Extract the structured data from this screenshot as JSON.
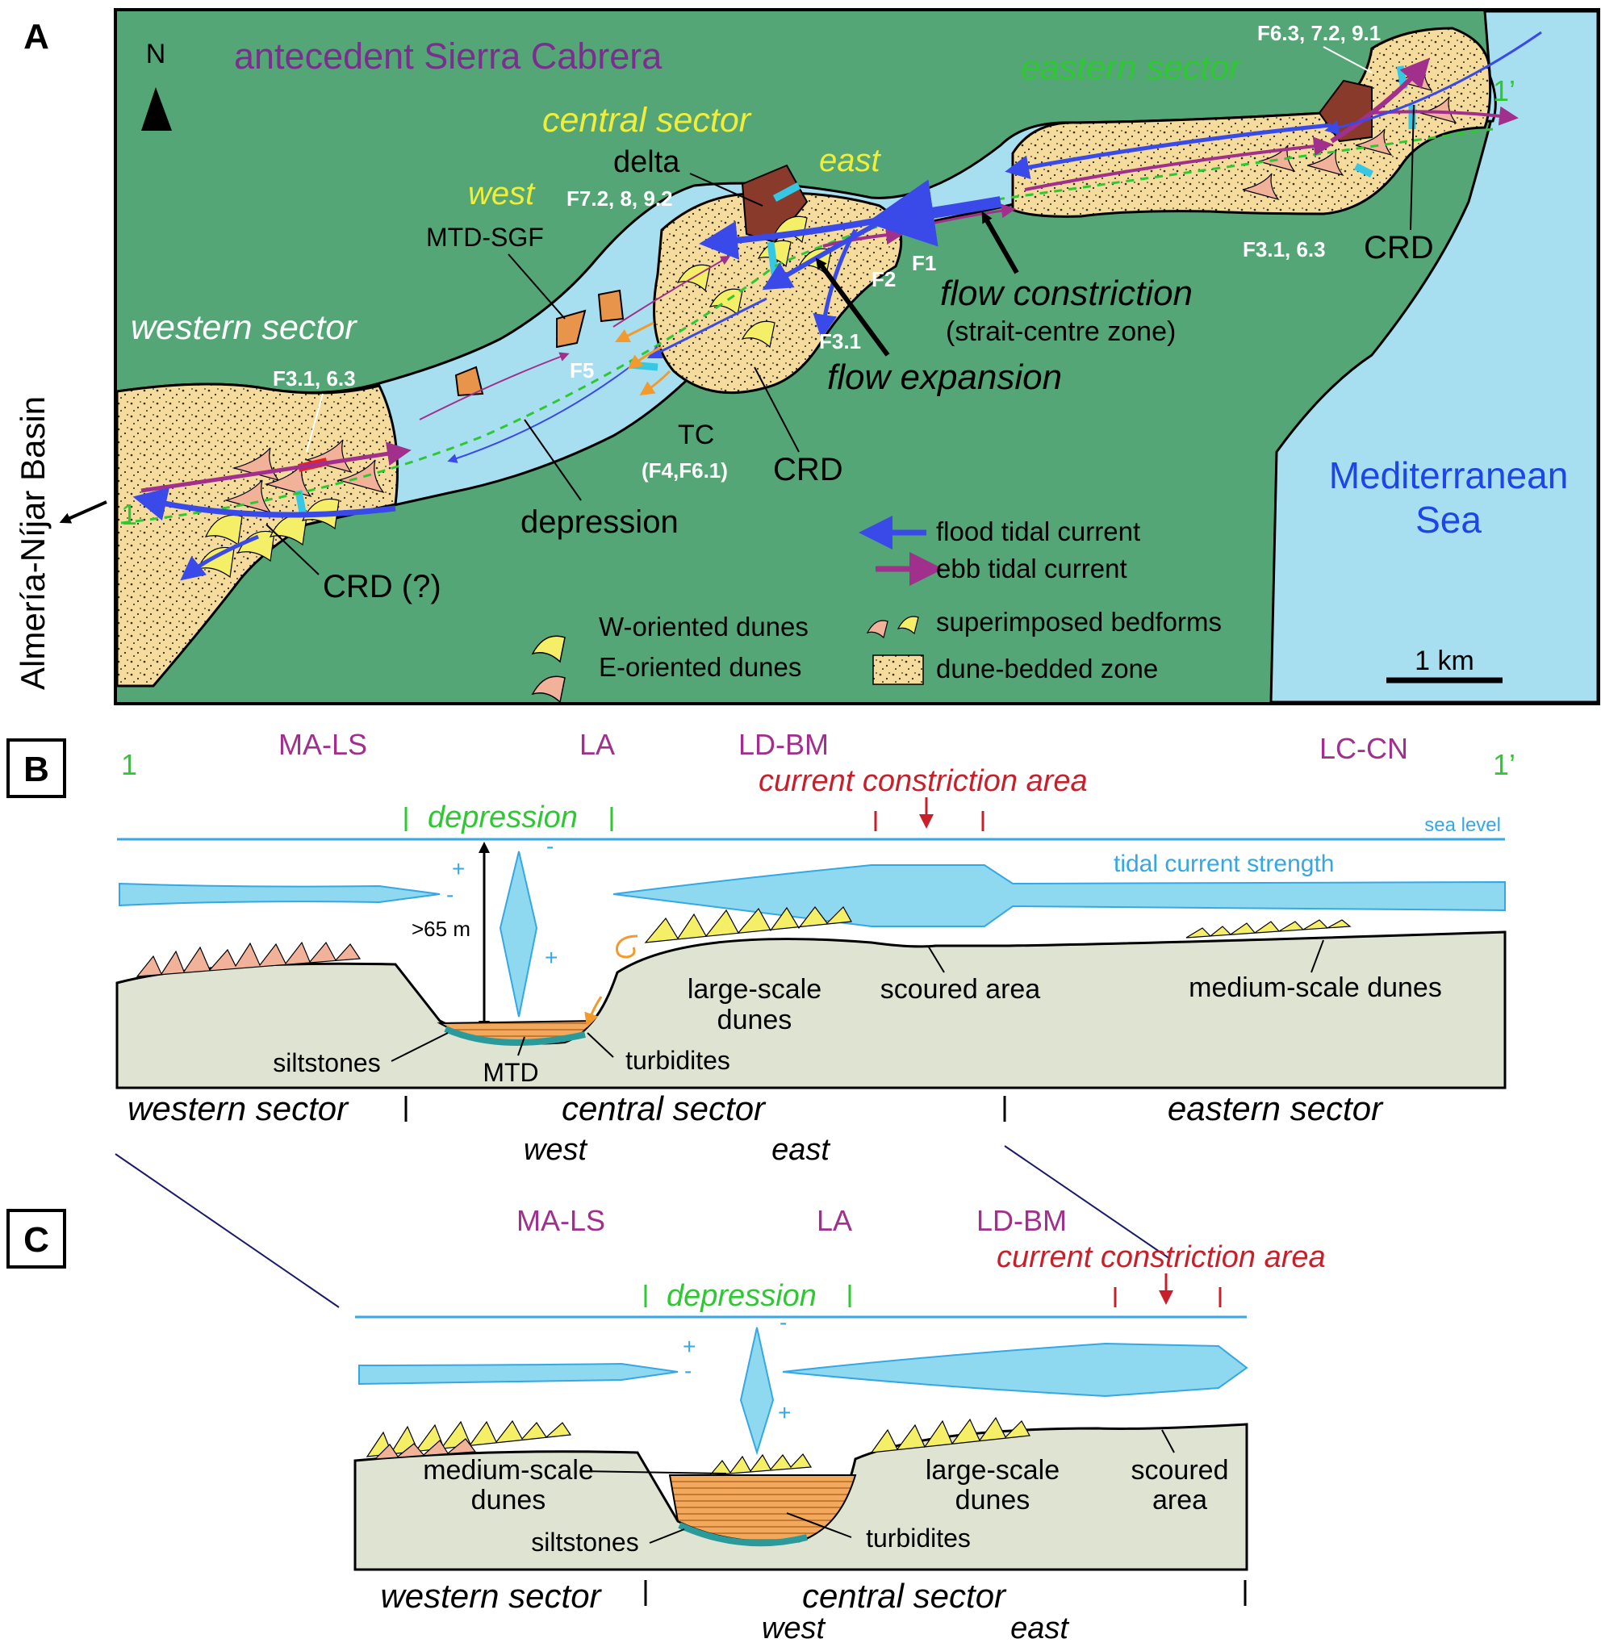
{
  "panels": {
    "a": "A",
    "b": "B",
    "c": "C"
  },
  "map": {
    "north": "N",
    "sierra": "antecedent Sierra Cabrera",
    "central_sector": "central sector",
    "eastern_sector": "eastern sector",
    "western_sector": "western sector",
    "west": "west",
    "east": "east",
    "delta": "delta",
    "mtd_sgf": "MTD-SGF",
    "f72": "F7.2, 8, 9.2",
    "f63_top": "F6.3, 7.2, 9.1",
    "f31_west": "F3.1, 6.3",
    "f31_east": "F3.1, 6.3",
    "f31": "F3.1",
    "f1": "F1",
    "f2": "F2",
    "f5": "F5",
    "tc": "TC",
    "tc_sub": "(F4,F6.1)",
    "crd_central": "CRD",
    "crd_east": "CRD",
    "crd_west": "CRD (?)",
    "depression": "depression",
    "flow_constriction": "flow constriction",
    "strait_centre": "(strait-centre zone)",
    "flow_expansion": "flow expansion",
    "mediterranean_1": "Mediterranean",
    "mediterranean_2": "Sea",
    "basin": "Almería-Níjar Basin",
    "point_1": "1",
    "point_1p": "1’",
    "scale": "1 km"
  },
  "legend": {
    "flood": "flood tidal current",
    "ebb": "ebb tidal current",
    "w_dunes": "W-oriented dunes",
    "e_dunes": "E-oriented dunes",
    "superimposed": "superimposed bedforms",
    "dune_zone": "dune-bedded zone"
  },
  "section_b": {
    "point_1": "1",
    "point_1p": "1’",
    "ma_ls": "MA-LS",
    "la": "LA",
    "ld_bm": "LD-BM",
    "lc_cn": "LC-CN",
    "constriction": "current constriction area",
    "depression": "depression",
    "sea_level": "sea level",
    "tidal_strength": "tidal current strength",
    "depth": ">65 m",
    "plus1": "+",
    "minus1": "-",
    "minus2": "-",
    "plus2": "+",
    "large_1": "large-scale",
    "large_2": "dunes",
    "scoured": "scoured area",
    "medium": "medium-scale dunes",
    "siltstones": "siltstones",
    "mtd": "MTD",
    "turbidites": "turbidites",
    "western": "western sector",
    "central": "central sector",
    "eastern": "eastern sector",
    "west": "west",
    "east": "east"
  },
  "section_c": {
    "ma_ls": "MA-LS",
    "la": "LA",
    "ld_bm": "LD-BM",
    "constriction": "current constriction area",
    "depression": "depression",
    "plus1": "+",
    "minus1": "-",
    "minus2": "-",
    "plus2": "+",
    "medium_1": "medium-scale",
    "medium_2": "dunes",
    "large_1": "large-scale",
    "large_2": "dunes",
    "scoured_1": "scoured",
    "scoured_2": "area",
    "siltstones": "siltstones",
    "turbidites": "turbidites",
    "western": "western sector",
    "central": "central sector",
    "west": "west",
    "east": "east"
  },
  "colors": {
    "land": "#55a676",
    "sea": "#a8dff0",
    "sand": "#f5dc9c",
    "flood": "#3a4ae8",
    "ebb": "#a0308c",
    "purple_text": "#7a2e8e",
    "yellow_text": "#f0ee3a",
    "green_text": "#2ec832",
    "red_text": "#c8202a",
    "blue_text": "#1c46e6",
    "cyan": "#35c7e4",
    "bedrock": "#dfe3d2"
  }
}
